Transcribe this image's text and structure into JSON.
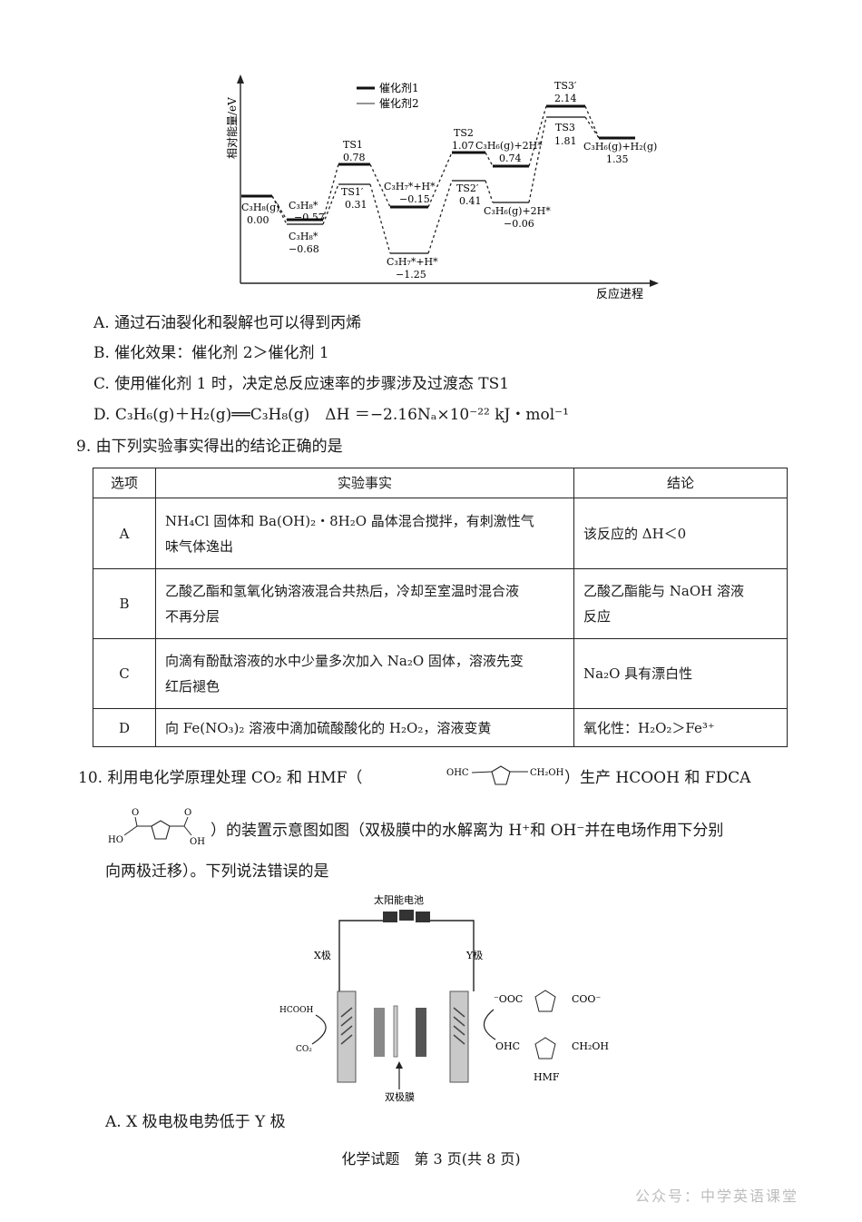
{
  "chart": {
    "ylabel": "相对能量/eV",
    "xlabel": "反应进程",
    "legend": [
      "催化剂1",
      "催化剂2"
    ],
    "labels": {
      "c3h8g": "C₃H₈(g)",
      "v000": "0.00",
      "c3h8s1": "C₃H₈*",
      "vm057": "−0.57",
      "c3h8s2": "C₃H₈*",
      "vm068": "−0.68",
      "ts1": "TS1",
      "v078": "0.78",
      "ts1p": "TS1′",
      "v031": "0.31",
      "c3h7a": "C₃H₇*+H*",
      "vm015": "−0.15",
      "c3h7b": "C₃H₇*+H*",
      "vm125": "−1.25",
      "ts2": "TS2",
      "v107": "1.07",
      "c3h6a": "C₃H₆(g)+2H*",
      "v074": "0.74",
      "ts2p": "TS2′",
      "v041": "0.41",
      "c3h6b": "C₃H₆(g)+2H*",
      "vm006": "−0.06",
      "ts3p": "TS3′",
      "v214": "2.14",
      "ts3": "TS3",
      "v181": "1.81",
      "final": "C₃H₆(g)+H₂(g)",
      "v135": "1.35"
    }
  },
  "q8_options": [
    "A. 通过石油裂化和裂解也可以得到丙烯",
    "B. 催化效果：催化剂 2＞催化剂 1",
    "C. 使用催化剂 1 时，决定总反应速率的步骤涉及过渡态 TS1",
    "D. C₃H₆(g)＋H₂(g)══C₃H₈(g)　ΔH ＝−2.16Nₐ×10⁻²² kJ・mol⁻¹"
  ],
  "q9": {
    "stem": "9. 由下列实验事实得出的结论正确的是",
    "headers": [
      "选项",
      "实验事实",
      "结论"
    ],
    "rows": [
      {
        "opt": "A",
        "fact1": "NH₄Cl 固体和 Ba(OH)₂・8H₂O 晶体混合搅拌，有刺激性气",
        "fact2": "味气体逸出",
        "concl": "该反应的 ΔH＜0"
      },
      {
        "opt": "B",
        "fact1": "乙酸乙酯和氢氧化钠溶液混合共热后，冷却至室温时混合液",
        "fact2": "不再分层",
        "concl1": "乙酸乙酯能与 NaOH 溶液",
        "concl2": "反应"
      },
      {
        "opt": "C",
        "fact1": "向滴有酚酞溶液的水中少量多次加入 Na₂O 固体，溶液先变",
        "fact2": "红后褪色",
        "concl": "Na₂O 具有漂白性"
      },
      {
        "opt": "D",
        "fact1": "向 Fe(NO₃)₂ 溶液中滴加硫酸酸化的 H₂O₂，溶液变黄",
        "concl": "氧化性：H₂O₂＞Fe³⁺"
      }
    ]
  },
  "q10": {
    "line1a": "10. 利用电化学原理处理 CO₂ 和 HMF（",
    "line1b": "）生产 HCOOH 和 FDCA",
    "line2": "）的装置示意图如图（双极膜中的水解离为 H⁺和 OH⁻并在电场作用下分别",
    "line3": "向两极迁移）。下列说法错误的是",
    "optA": "A. X 极电极电势低于 Y 极"
  },
  "hmf_mol": {
    "left": "OHC",
    "right": "CH₂OH"
  },
  "fdca_mol": {
    "o1": "O",
    "o2": "O",
    "ho": "HO",
    "oh": "OH"
  },
  "apparatus": {
    "solar": "太阳能电池",
    "x": "X极",
    "y": "Y极",
    "hcooh": "HCOOH",
    "co2": "CO₂",
    "membrane": "双极膜",
    "coo_l": "⁻OOC",
    "coo_r": "COO⁻",
    "ohc": "OHC",
    "ch2oh": "CH₂OH",
    "hmf": "HMF"
  },
  "footer": "化学试题　第 3 页(共 8 页)",
  "watermark": "公众号：中学英语课堂"
}
